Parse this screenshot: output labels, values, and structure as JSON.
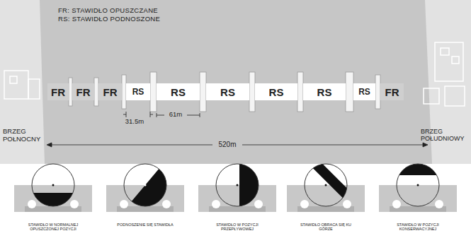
{
  "diagram": {
    "nodes": [
      {
        "text": [
          "FR"
        ]
      },
      {
        "text": [
          "FR"
        ]
      },
      {
        "text": [
          "FR"
        ]
      },
      {
        "text": [
          "RS"
        ]
      },
      {
        "text": [
          "RS"
        ]
      },
      {
        "text": [
          "RS"
        ]
      },
      {
        "text": [
          "RS"
        ]
      },
      {
        "text": [
          "RS"
        ]
      },
      {
        "text": [
          "RS"
        ]
      },
      {
        "text": [
          "FR"
        ]
      }
    ],
    "labels": [
      "FR: STAWIDŁO OPUSZCZANE",
      "RS: STAWIDŁO PODNOSZONE",
      "BRZEG POŁNOCNY",
      "BRZEG POŁUDNIOWY",
      "31.5m",
      "61m",
      "520m",
      "STAWIDŁO W NORMALNEJ OPUSZCZONEJ POZYCJI",
      "PODNOSZENIE SIĘ STAWIDŁA",
      "STAWIDŁO W POZYCJI PRZEPŁYWOWEJ",
      "STAWIDŁO OBRACA SIĘ KU GÓRZE",
      "STAWIDŁO W POZYCJI KONSERWACYJNEJ"
    ]
  }
}
